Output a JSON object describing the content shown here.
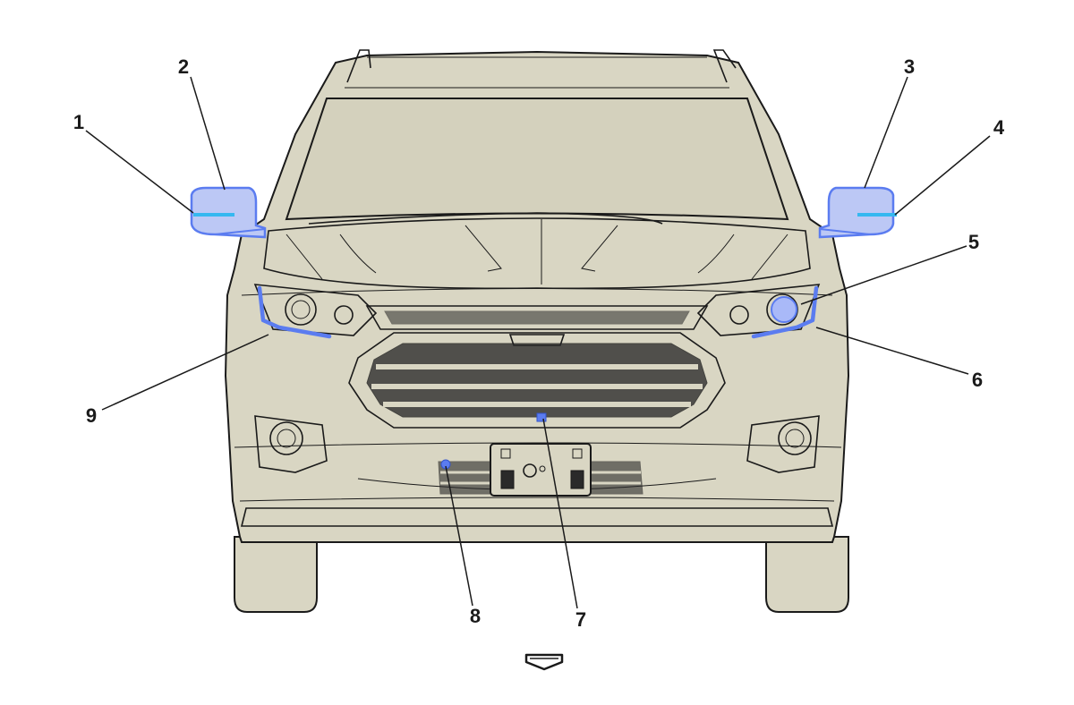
{
  "colors": {
    "body": "#d9d6c3",
    "outline": "#1a1a1a",
    "highlight": "#5b7cf0",
    "highlight_light": "#9fb4ff",
    "highlight_cyan": "#35b8f0"
  },
  "callouts": [
    {
      "id": "1",
      "label": "1"
    },
    {
      "id": "2",
      "label": "2"
    },
    {
      "id": "3",
      "label": "3"
    },
    {
      "id": "4",
      "label": "4"
    },
    {
      "id": "5",
      "label": "5"
    },
    {
      "id": "6",
      "label": "6"
    },
    {
      "id": "7",
      "label": "7"
    },
    {
      "id": "8",
      "label": "8"
    },
    {
      "id": "9",
      "label": "9"
    }
  ],
  "direction_icon": "forward-arrow-icon"
}
